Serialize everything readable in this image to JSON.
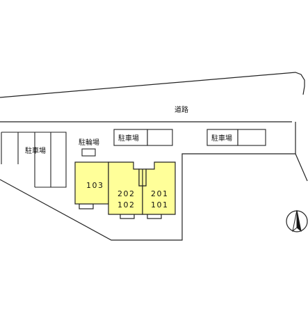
{
  "labels": {
    "road": "道路",
    "parking_left": "駐車場",
    "parking_center": "駐車場",
    "parking_right": "駐車場",
    "bicycle_parking": "駐輪場"
  },
  "units": [
    {
      "top": "103",
      "bottom": ""
    },
    {
      "top": "202",
      "bottom": "102"
    },
    {
      "top": "201",
      "bottom": "101"
    }
  ],
  "icons": {
    "compass": "north-arrow-icon"
  },
  "colors": {
    "building_fill": "#ffff99",
    "line": "#222222"
  }
}
